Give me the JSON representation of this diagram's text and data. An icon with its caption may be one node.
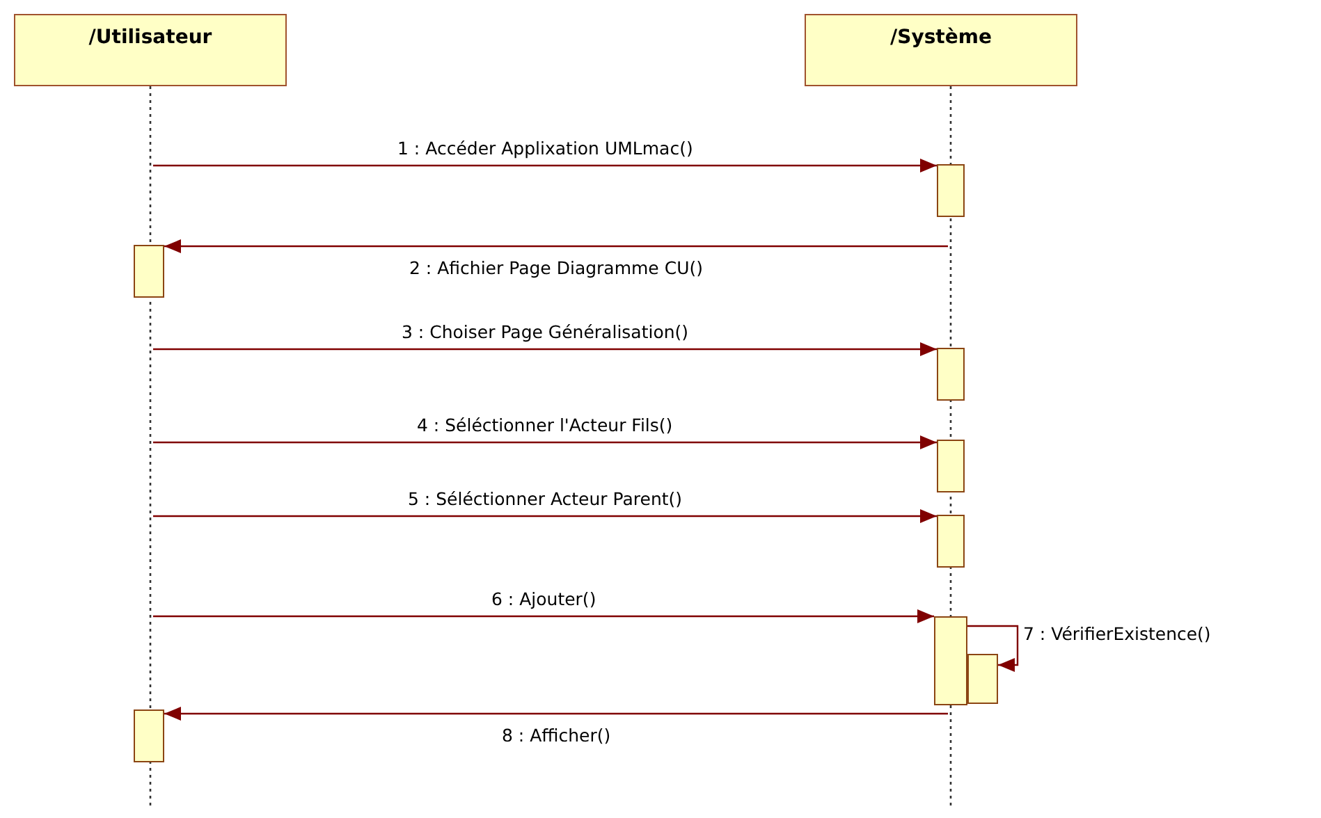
{
  "diagram": {
    "nodes": [
      {
        "text": [
          "/Utilisateur"
        ]
      },
      {
        "text": [
          "/Système"
        ]
      },
      {
        "text": [],
        "shape": "line"
      },
      {
        "text": [],
        "shape": "line"
      },
      {
        "text": [],
        "shape": "bar"
      },
      {
        "text": [],
        "shape": "bar"
      },
      {
        "text": [],
        "shape": "bar"
      },
      {
        "text": [],
        "shape": "bar"
      },
      {
        "text": [],
        "shape": "bar"
      },
      {
        "text": [],
        "shape": "bar"
      },
      {
        "text": [],
        "shape": "bar"
      },
      {
        "text": [],
        "shape": "bar"
      }
    ],
    "edges": [
      {
        "from": 2,
        "to": 4,
        "arrow": "to",
        "label": "1 : Accéder Applixation UMLmac()"
      },
      {
        "from": 3,
        "to": 5,
        "arrow": "to",
        "label": "2 : Afichier Page Diagramme CU()"
      },
      {
        "from": 2,
        "to": 6,
        "arrow": "to",
        "label": "3 : Choiser Page Généralisation()"
      },
      {
        "from": 2,
        "to": 7,
        "arrow": "to",
        "label": "4 : Séléctionner l'Acteur Fils()"
      },
      {
        "from": 2,
        "to": 8,
        "arrow": "to",
        "label": "5 : Séléctionner Acteur Parent()"
      },
      {
        "from": 2,
        "to": 9,
        "arrow": "to",
        "label": "6 : Ajouter()"
      },
      {
        "from": 9,
        "to": 10,
        "arrow": "to",
        "label": "7 : VérifierExistence()"
      },
      {
        "from": 3,
        "to": 11,
        "arrow": "to",
        "label": "8 : Afficher()"
      }
    ]
  }
}
